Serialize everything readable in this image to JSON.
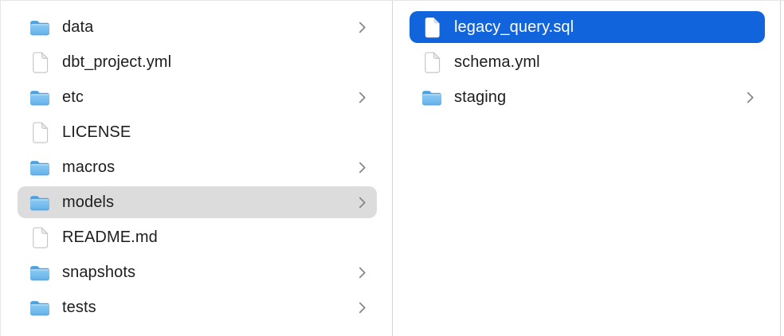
{
  "colors": {
    "selection_blue": "#1264dc",
    "selection_gray": "#dcdcdc",
    "text": "#1d1d1f",
    "text_selected": "#ffffff",
    "divider": "#d6d6d6",
    "chevron": "#85858a",
    "folder_back": "#4da3e2",
    "folder_front_top": "#8ccbf3",
    "folder_front_bottom": "#55a7e5",
    "doc_fill": "#ffffff",
    "doc_stroke": "#c6c6ca",
    "doc_fold": "#ececf0"
  },
  "columns": [
    {
      "name": "parent-column",
      "items": [
        {
          "label": "data",
          "type": "folder",
          "has_chevron": true,
          "selected": "none"
        },
        {
          "label": "dbt_project.yml",
          "type": "file",
          "has_chevron": false,
          "selected": "none"
        },
        {
          "label": "etc",
          "type": "folder",
          "has_chevron": true,
          "selected": "none"
        },
        {
          "label": "LICENSE",
          "type": "file",
          "has_chevron": false,
          "selected": "none"
        },
        {
          "label": "macros",
          "type": "folder",
          "has_chevron": true,
          "selected": "none"
        },
        {
          "label": "models",
          "type": "folder",
          "has_chevron": true,
          "selected": "gray"
        },
        {
          "label": "README.md",
          "type": "file",
          "has_chevron": false,
          "selected": "none"
        },
        {
          "label": "snapshots",
          "type": "folder",
          "has_chevron": true,
          "selected": "none"
        },
        {
          "label": "tests",
          "type": "folder",
          "has_chevron": true,
          "selected": "none"
        }
      ]
    },
    {
      "name": "child-column",
      "items": [
        {
          "label": "legacy_query.sql",
          "type": "file",
          "has_chevron": false,
          "selected": "blue"
        },
        {
          "label": "schema.yml",
          "type": "file",
          "has_chevron": false,
          "selected": "none"
        },
        {
          "label": "staging",
          "type": "folder",
          "has_chevron": true,
          "selected": "none"
        }
      ]
    }
  ]
}
